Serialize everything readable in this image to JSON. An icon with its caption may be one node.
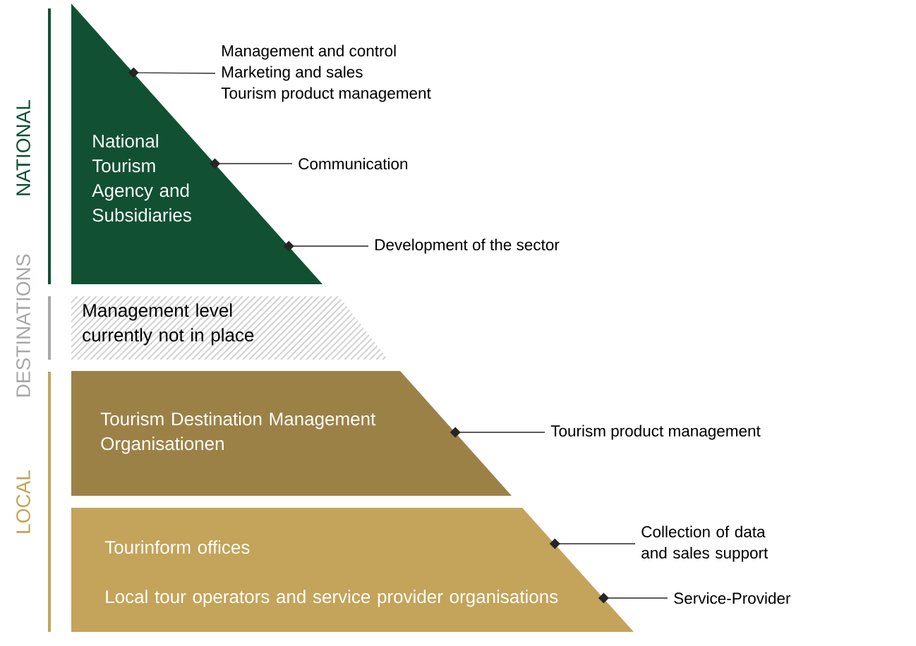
{
  "diagram": {
    "nodes": [
      {
        "text": [
          "National Tourism Agency and Subsidiaries"
        ]
      },
      {
        "text": [
          "Management level currently not in place"
        ]
      },
      {
        "text": [
          "Tourism Destination Management Organisationen"
        ]
      },
      {
        "text": [
          "Tourinform offices",
          "Local tour operators and service provider organisations"
        ]
      },
      {
        "text": [
          "Management and control",
          "Marketing and sales",
          "Tourism product management"
        ]
      },
      {
        "text": [
          "Communication"
        ]
      },
      {
        "text": [
          "Development of the sector"
        ]
      },
      {
        "text": [
          "Tourism product management"
        ]
      },
      {
        "text": [
          "Collection of data and sales support"
        ]
      },
      {
        "text": [
          "Service-Provider"
        ]
      }
    ],
    "edges": [
      {
        "from": 4,
        "to": 0,
        "arrow": "other"
      },
      {
        "from": 5,
        "to": 0,
        "arrow": "other"
      },
      {
        "from": 6,
        "to": 0,
        "arrow": "other"
      },
      {
        "from": 7,
        "to": 2,
        "arrow": "other"
      },
      {
        "from": 8,
        "to": 3,
        "arrow": "other"
      },
      {
        "from": 9,
        "to": 3,
        "arrow": "other"
      }
    ],
    "labels": [
      "NATIONAL",
      "DESTINATIONS",
      "LOCAL"
    ]
  }
}
